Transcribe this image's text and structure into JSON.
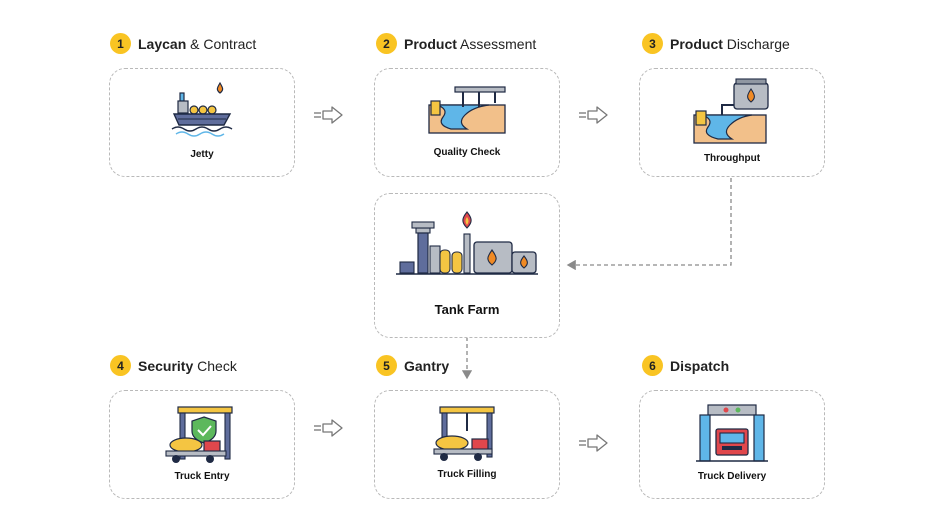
{
  "steps": [
    {
      "number": "1",
      "bold": "Laycan",
      "rest": " & Contract"
    },
    {
      "number": "2",
      "bold": "Product",
      "rest": " Assessment"
    },
    {
      "number": "3",
      "bold": "Product",
      "rest": " Discharge"
    },
    {
      "number": "4",
      "bold": "Security",
      "rest": " Check"
    },
    {
      "number": "5",
      "bold": "Gantry",
      "rest": ""
    },
    {
      "number": "6",
      "bold": "Dispatch",
      "rest": ""
    }
  ],
  "cards": {
    "jetty": {
      "label": "Jetty",
      "icon": "ship-icon"
    },
    "quality_check": {
      "label": "Quality Check",
      "icon": "pipeline-check-icon"
    },
    "throughput": {
      "label": "Throughput",
      "icon": "storage-tank-discharge-icon"
    },
    "tank_farm": {
      "label": "Tank Farm",
      "icon": "refinery-icon"
    },
    "truck_entry": {
      "label": "Truck Entry",
      "icon": "truck-shield-icon"
    },
    "truck_filling": {
      "label": "Truck Filling",
      "icon": "truck-gantry-icon"
    },
    "truck_delivery": {
      "label": "Truck Delivery",
      "icon": "truck-scanner-icon"
    }
  },
  "colors": {
    "badge": "#f9c423",
    "border": "#b9b9b9",
    "connector": "#8a8a8a",
    "icon_navy": "#1f2a44",
    "icon_blue": "#5fb6e8",
    "icon_yellow": "#f4c542",
    "icon_red": "#e0474c",
    "icon_orange": "#f08a24",
    "icon_sand": "#f2c08a",
    "icon_gray": "#b7bcc4"
  }
}
